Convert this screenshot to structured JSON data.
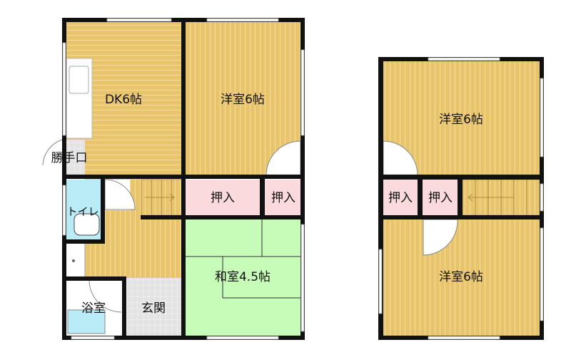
{
  "floor1": {
    "rooms": {
      "dk": "DK6帖",
      "western": "洋室6帖",
      "back_door": "勝手口",
      "closet_a": "押入",
      "closet_b": "押入",
      "toilet": "トイレ",
      "washitsu": "和室4.5帖",
      "bath": "浴室",
      "entrance": "玄関"
    }
  },
  "floor2": {
    "rooms": {
      "western_top": "洋室6帖",
      "closet_a": "押入",
      "closet_b": "押入",
      "western_bottom": "洋室6帖"
    }
  },
  "colors": {
    "wood_floor": "#e8c46c",
    "closet": "#fadadd",
    "tatami": "#c6fbb8",
    "wet_area": "#b9ecf7",
    "tile": "#e3e3e3",
    "wall": "#111111"
  }
}
